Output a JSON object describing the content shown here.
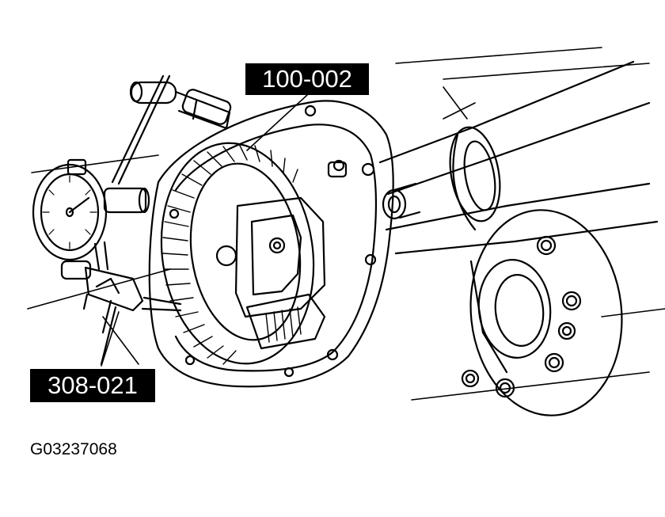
{
  "figure": {
    "figure_id": "G03237068",
    "callouts": [
      {
        "id": "tool-top",
        "text": "100-002"
      },
      {
        "id": "tool-bottom",
        "text": "308-021"
      }
    ],
    "line_color": "#000000",
    "background": "#ffffff"
  }
}
